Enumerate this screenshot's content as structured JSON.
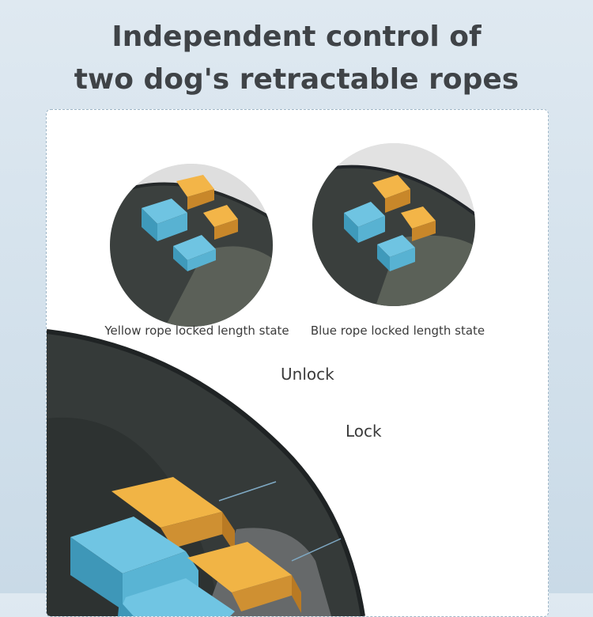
{
  "headline": {
    "line1": "Independent control of",
    "line2": "two dog's retractable ropes"
  },
  "states": [
    {
      "caption": "Yellow rope locked length state"
    },
    {
      "caption": "Blue rope locked length state"
    }
  ],
  "callouts": {
    "unlock": "Unlock",
    "lock": "Lock"
  },
  "colors": {
    "background": "#d6e3ed",
    "yellow_button": "#e8a93a",
    "blue_button": "#55b3d4",
    "handle": "#3d4240"
  }
}
